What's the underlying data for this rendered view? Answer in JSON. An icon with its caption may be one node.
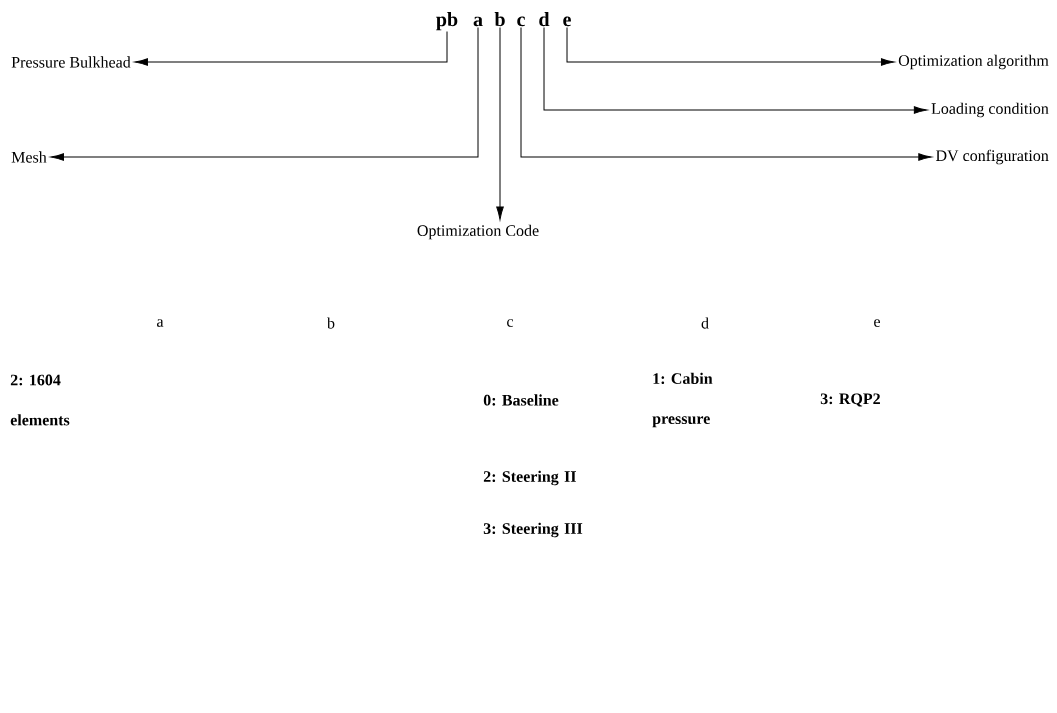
{
  "diagram": {
    "nodes": [
      {
        "text": [
          "pb"
        ]
      },
      {
        "text": [
          "a"
        ]
      },
      {
        "text": [
          "b"
        ]
      },
      {
        "text": [
          "c"
        ]
      },
      {
        "text": [
          "d"
        ]
      },
      {
        "text": [
          "e"
        ]
      },
      {
        "text": [
          "Pressure Bulkhead"
        ]
      },
      {
        "text": [
          "Mesh"
        ]
      },
      {
        "text": [
          "Optimization Code"
        ]
      },
      {
        "text": [
          "Optimization algorithm"
        ]
      },
      {
        "text": [
          "Loading condition"
        ]
      },
      {
        "text": [
          "DV configuration"
        ]
      }
    ],
    "edges": [
      {
        "from": 0,
        "to": 6,
        "arrow": "to"
      },
      {
        "from": 1,
        "to": 7,
        "arrow": "to"
      },
      {
        "from": 2,
        "to": 8,
        "arrow": "to"
      },
      {
        "from": 5,
        "to": 9,
        "arrow": "to"
      },
      {
        "from": 4,
        "to": 10,
        "arrow": "to"
      },
      {
        "from": 3,
        "to": 11,
        "arrow": "to"
      }
    ],
    "labels": [
      "a",
      "b",
      "c",
      "d",
      "e",
      "2: 1604 elements",
      "0: Baseline",
      "1: Cabin pressure",
      "3: RQP2",
      "2: Steering II",
      "3: Steering III"
    ]
  }
}
